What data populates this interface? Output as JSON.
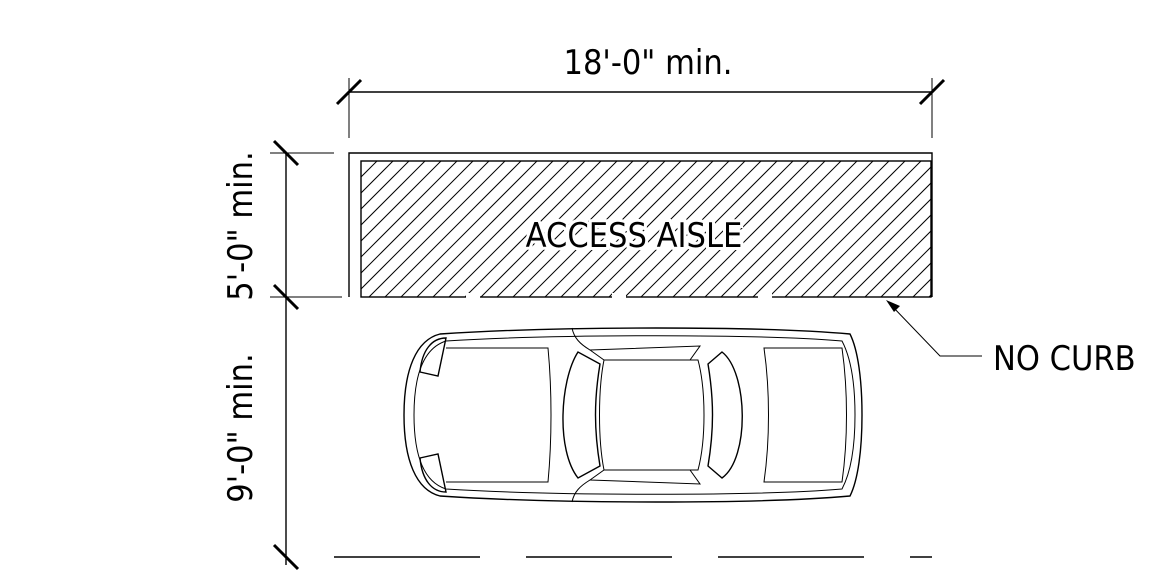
{
  "dimensions": {
    "length_label": "18'-0\" min.",
    "aisle_width_label": "5'-0\" min.",
    "space_width_label": "9'-0\" min."
  },
  "labels": {
    "aisle": "ACCESS AISLE",
    "curb_note": "NO CURB"
  },
  "colors": {
    "ink": "#000000",
    "background": "#ffffff"
  }
}
